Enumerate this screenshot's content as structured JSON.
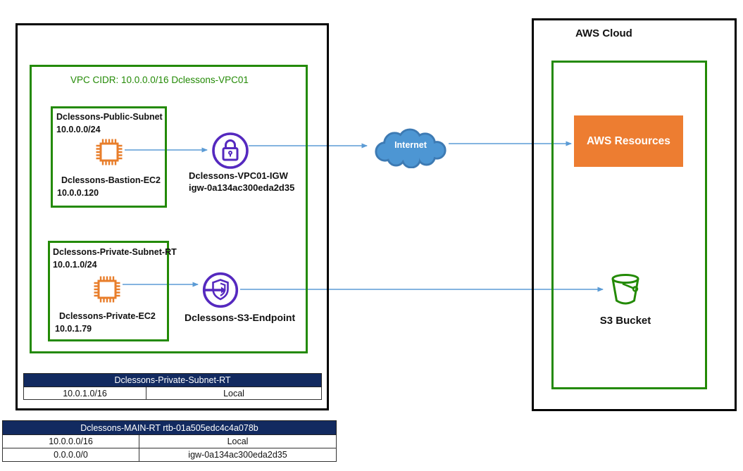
{
  "vpc": {
    "title": "VPC CIDR: 10.0.0.0/16 Dclessons-VPC01",
    "public_subnet": {
      "name": "Dclessons-Public-Subnet",
      "cidr": "10.0.0.0/24",
      "instance_name": "Dclessons-Bastion-EC2",
      "instance_ip": "10.0.0.120"
    },
    "private_subnet": {
      "name": "Dclessons-Private-Subnet-RT",
      "cidr": "10.0.1.0/24",
      "instance_name": "Dclessons-Private-EC2",
      "instance_ip": "10.0.1.79"
    },
    "igw": {
      "name": "Dclessons-VPC01-IGW",
      "id": "igw-0a134ac300eda2d35"
    },
    "s3_endpoint": {
      "name": "Dclessons-S3-Endpoint"
    }
  },
  "internet": {
    "label": "Internet"
  },
  "aws_cloud": {
    "title": "AWS Cloud",
    "resources_label": "AWS Resources",
    "s3_bucket_label": "S3 Bucket"
  },
  "tables": {
    "private_subnet_rt": {
      "title": "Dclessons-Private-Subnet-RT",
      "rows": [
        [
          "10.0.1.0/16",
          "Local"
        ]
      ]
    },
    "main_rt": {
      "title": "Dclessons-MAIN-RT rtb-01a505edc4c4a078b",
      "rows": [
        [
          "10.0.0.0/16",
          "Local"
        ],
        [
          "0.0.0.0/0",
          "igw-0a134ac300eda2d35"
        ]
      ]
    }
  },
  "colors": {
    "green": "#238A05",
    "navy_header": "#122A60",
    "orange": "#ED7D31",
    "purple": "#5529BF",
    "arrow_blue": "#5B9BD5",
    "cloud_fill": "#4D96D3",
    "cloud_stroke": "#3D7AB3"
  }
}
